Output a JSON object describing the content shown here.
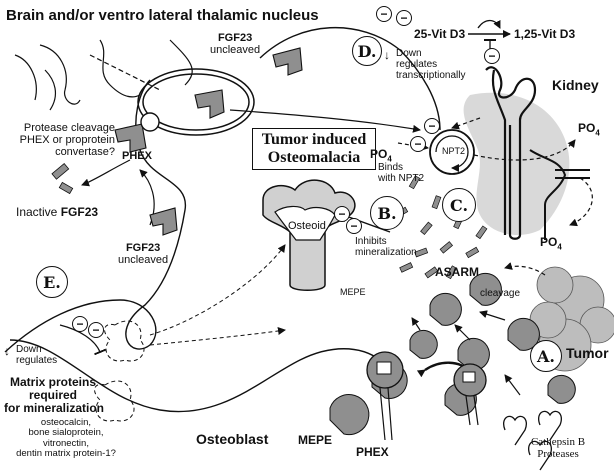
{
  "title": "Brain and/or ventro lateral thalamic nucleus",
  "fgf23_top": {
    "name": "FGF23",
    "state": "uncleaved"
  },
  "fgf23_mid": {
    "name": "FGF23",
    "state": "uncleaved"
  },
  "protease_text": [
    "Protease cleavage",
    "PHEX or proprotein",
    "convertase?"
  ],
  "phex_brain": "PHEX",
  "inactive": {
    "prefix": "Inactive ",
    "name": "FGF23"
  },
  "tio": [
    "Tumor induced",
    "Osteomalacia"
  ],
  "osteoid": "Osteoid",
  "vitd": {
    "from": "25-Vit D3",
    "to": "1,25-Vit D3"
  },
  "d_label": "D.",
  "down_reg_d": [
    "Down",
    "regulates",
    "transcriptionally"
  ],
  "kidney": "Kidney",
  "npt2": "NPT2",
  "po4_left": "PO",
  "po4_right": "PO",
  "po4_bottom": "PO",
  "subscript_4": "4",
  "binds": [
    "Binds",
    "with NPT2"
  ],
  "c_label": "C.",
  "b_label": "B.",
  "inhibits": [
    "Inhibits",
    "mineralization"
  ],
  "asarm": "ASARM",
  "mepe_mid": "MEPE",
  "cleavage": "cleavage",
  "tumor": "Tumor",
  "a_label": "A.",
  "e_label": "E.",
  "down_reg_e": [
    "Down",
    "regulates"
  ],
  "matrix_head": [
    "Matrix proteins",
    "required",
    "for mineralization"
  ],
  "matrix_list": [
    "osteocalcin,",
    "bone sialoprotein,",
    "vitronectin,",
    "dentin matrix protein-1?"
  ],
  "osteoblast": "Osteoblast",
  "mepe_bottom": "MEPE",
  "phex_bottom": "PHEX",
  "cathepsin": [
    "Cathepsin B",
    "Proteases"
  ],
  "minus_sign": "−",
  "arrow_down": "↓",
  "icons": [
    "minus-circle-icon",
    "arrow-icon",
    "pacman-protein-icon",
    "cell-membrane-icon"
  ]
}
